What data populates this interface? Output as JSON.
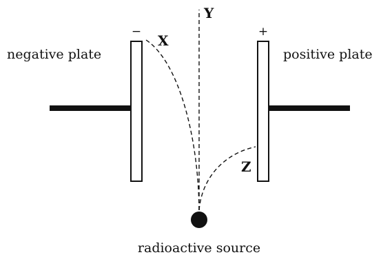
{
  "labels": {
    "negative_plate": "negative plate",
    "positive_plate": "positive plate",
    "radioactive_source": "radioactive source",
    "negative_sign": "−",
    "positive_sign": "+",
    "path_x": "X",
    "path_y": "Y",
    "path_z": "Z"
  },
  "colors": {
    "ink": "#111111",
    "background": "#ffffff"
  }
}
